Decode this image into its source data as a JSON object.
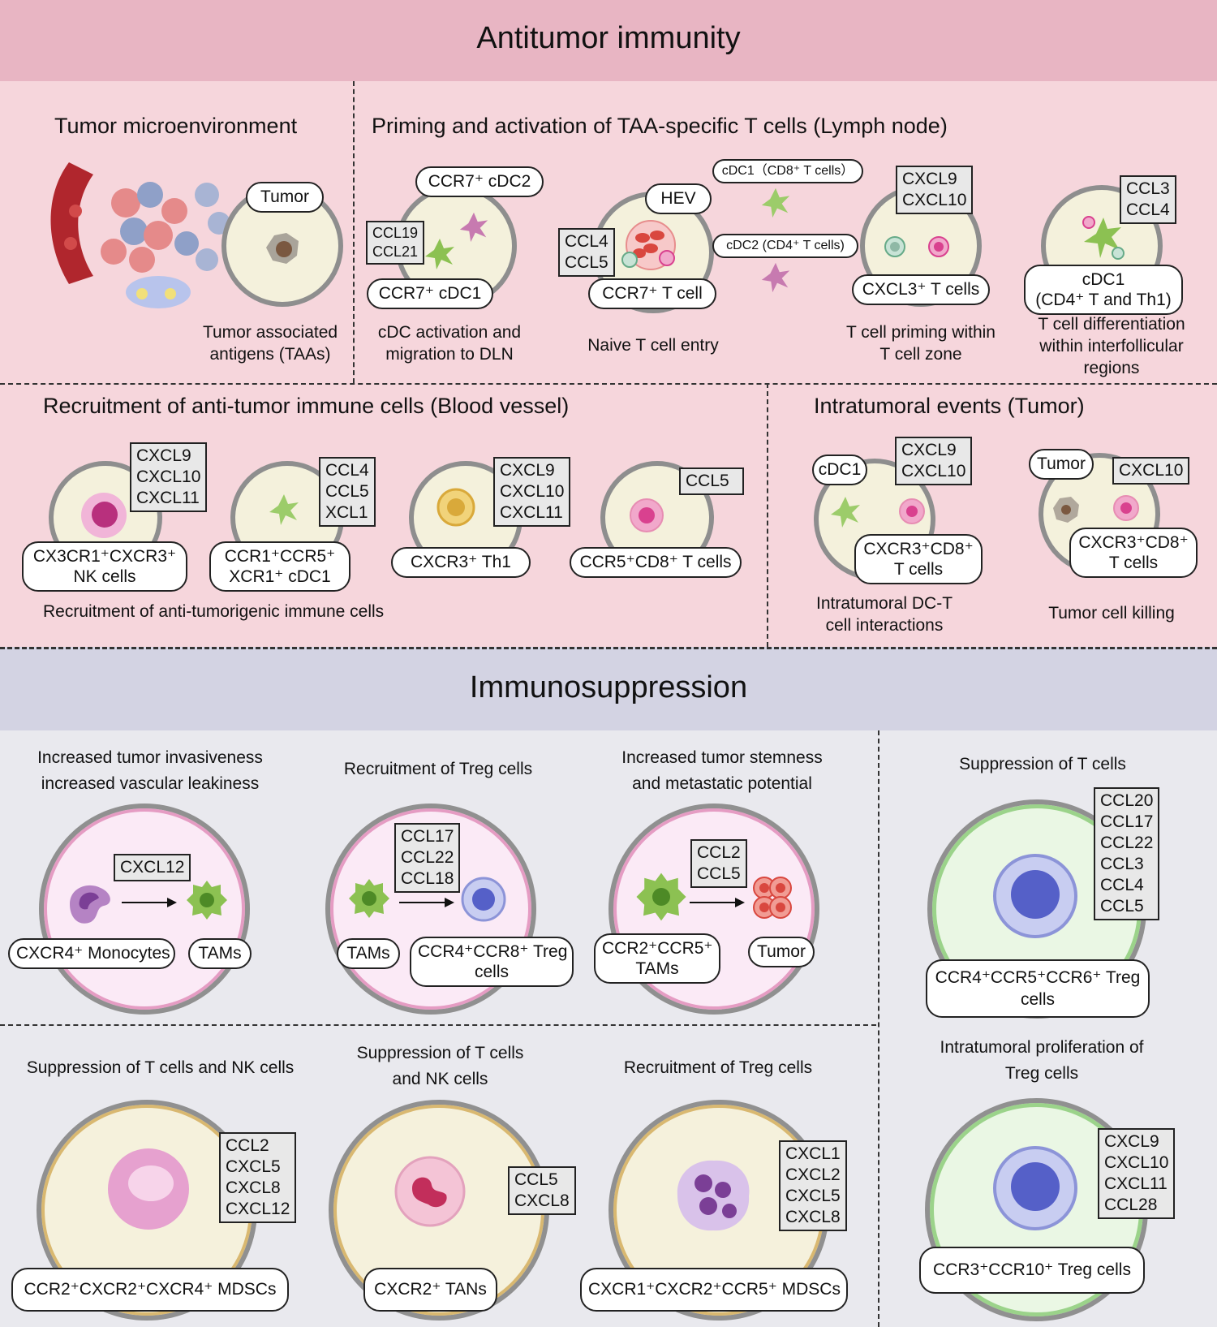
{
  "sections": {
    "antitumor_title": "Antitumor immunity",
    "immunosuppression_title": "Immunosuppression"
  },
  "tme": {
    "title": "Tumor microenvironment",
    "tumor_label": "Tumor",
    "caption": [
      "Tumor associated",
      "antigens (TAAs)"
    ]
  },
  "priming": {
    "title": "Priming and activation of TAA-specific T cells (Lymph node)",
    "cdc": {
      "label_top": "CCR7⁺ cDC2",
      "label_bottom": "CCR7⁺ cDC1",
      "box": [
        "CCL19",
        "CCL21"
      ],
      "caption": [
        "cDC activation and",
        "migration to DLN"
      ]
    },
    "naive": {
      "label_hev": "HEV",
      "label_bottom": "CCR7⁺ T cell",
      "box": [
        "CCL4",
        "CCL5"
      ],
      "caption": [
        "Naive T cell entry"
      ]
    },
    "middle_labels": [
      "cDC1（CD8⁺ T cells）",
      "cDC2 (CD4⁺ T cells)"
    ],
    "tzone": {
      "box": [
        "CXCL9",
        "CXCL10"
      ],
      "label_bottom": "CXCL3⁺ T cells",
      "caption": [
        "T cell priming within",
        "T cell zone"
      ]
    },
    "interfol": {
      "box": [
        "CCL3",
        "CCL4"
      ],
      "label_bottom": [
        "cDC1",
        "(CD4⁺ T and Th1)"
      ],
      "caption": [
        "T cell differentiation",
        "within interfollicular",
        "regions"
      ]
    }
  },
  "recruitment": {
    "title": "Recruitment of anti-tumor immune cells (Blood vessel)",
    "cells": [
      {
        "box": [
          "CXCL9",
          "CXCL10",
          "CXCL11"
        ],
        "label": [
          "CX3CR1⁺CXCR3⁺",
          "NK cells"
        ]
      },
      {
        "box": [
          "CCL4",
          "CCL5",
          "XCL1"
        ],
        "label": [
          "CCR1⁺CCR5⁺",
          "XCR1⁺ cDC1"
        ]
      },
      {
        "box": [
          "CXCL9",
          "CXCL10",
          "CXCL11"
        ],
        "label": [
          "CXCR3⁺ Th1"
        ]
      },
      {
        "box": [
          "CCL5"
        ],
        "label": [
          "CCR5⁺CD8⁺ T cells"
        ]
      }
    ],
    "caption": "Recruitment of anti-tumorigenic immune cells"
  },
  "intratumoral": {
    "title": "Intratumoral events (Tumor)",
    "dc_t": {
      "tag": "cDC1",
      "box": [
        "CXCL9",
        "CXCL10"
      ],
      "label": [
        "CXCR3⁺CD8⁺",
        "T cells"
      ],
      "caption": [
        "Intratumoral DC-T",
        "cell interactions"
      ]
    },
    "killing": {
      "tag": "Tumor",
      "box": [
        "CXCL10"
      ],
      "label": [
        "CXCR3⁺CD8⁺",
        "T cells"
      ],
      "caption": [
        "Tumor cell killing"
      ]
    }
  },
  "suppression": {
    "invasive": {
      "title": [
        "Increased tumor invasiveness",
        "increased vascular leakiness"
      ],
      "box": [
        "CXCL12"
      ],
      "label_left": "CXCR4⁺ Monocytes",
      "label_right": "TAMs"
    },
    "treg_recruit": {
      "title": [
        "Recruitment of Treg cells"
      ],
      "box": [
        "CCL17",
        "CCL22",
        "CCL18"
      ],
      "label_left": "TAMs",
      "label_right": [
        "CCR4⁺CCR8⁺ Treg",
        "cells"
      ]
    },
    "stemness": {
      "title": [
        "Increased tumor stemness",
        "and metastatic potential"
      ],
      "box": [
        "CCL2",
        "CCL5"
      ],
      "label_left": [
        "CCR2⁺CCR5⁺",
        "TAMs"
      ],
      "label_right": "Tumor"
    },
    "suppress_t": {
      "title": [
        "Suppression of T cells"
      ],
      "box": [
        "CCL20",
        "CCL17",
        "CCL22",
        "CCL3",
        "CCL4",
        "CCL5"
      ],
      "label": [
        "CCR4⁺CCR5⁺CCR6⁺ Treg",
        "cells"
      ]
    },
    "mdsc1": {
      "title": [
        "Suppression of T cells and NK cells"
      ],
      "box": [
        "CCL2",
        "CXCL5",
        "CXCL8",
        "CXCL12"
      ],
      "label": "CCR2⁺CXCR2⁺CXCR4⁺ MDSCs"
    },
    "tans": {
      "title": [
        "Suppression of T cells",
        "and NK cells"
      ],
      "box": [
        "CCL5",
        "CXCL8"
      ],
      "label": "CXCR2⁺ TANs"
    },
    "mdsc2": {
      "title": [
        "Recruitment of Treg cells"
      ],
      "box": [
        "CXCL1",
        "CXCL2",
        "CXCL5",
        "CXCL8"
      ],
      "label": "CXCR1⁺CXCR2⁺CCR5⁺ MDSCs"
    },
    "prolif": {
      "title": [
        "Intratumoral proliferation of",
        "Treg cells"
      ],
      "box": [
        "CXCL9",
        "CXCL10",
        "CXCL11",
        "CCL28"
      ],
      "label": "CCR3⁺CCR10⁺ Treg cells"
    }
  },
  "colors": {
    "antitumor_header": "#e8b5c3",
    "antitumor_body": "#f6d6dc",
    "immuno_header": "#d3d3e3",
    "immuno_body": "#e9e9ee",
    "cell_green": "#8cc152",
    "cell_pink": "#d9418f",
    "cell_blue": "#5560c8",
    "cell_red": "#d9473f"
  }
}
